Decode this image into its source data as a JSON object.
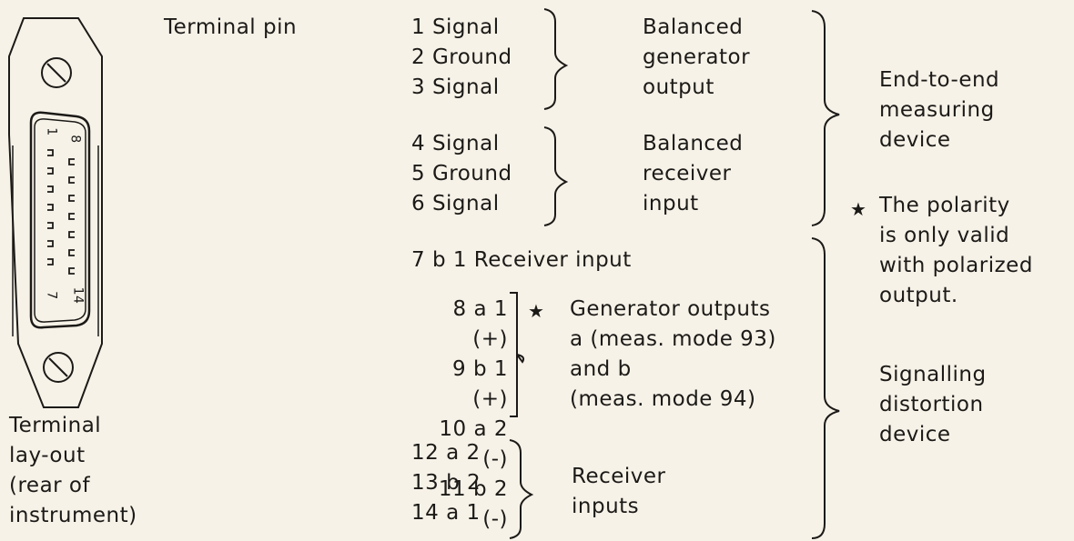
{
  "connector": {
    "caption": "Terminal\nlay-out\n(rear of\ninstrument)",
    "pin_marks": [
      "1",
      "8",
      "7",
      "14"
    ]
  },
  "header": {
    "terminal_pin": "Terminal pin"
  },
  "groups": {
    "g1": {
      "pins": "1 Signal\n2 Ground\n3 Signal",
      "desc": "Balanced\ngenerator\noutput"
    },
    "g2": {
      "pins": "4 Signal\n5 Ground\n6 Signal",
      "desc": "Balanced\nreceiver\ninput"
    },
    "g3": {
      "pin": "7 b 1   Receiver input"
    },
    "g4": {
      "pins": "8 a 1 (+)\n9 b 1 (+)\n10 a 2 (-)\n11 b 2 (-)",
      "star": "★",
      "desc": "Generator outputs\na (meas. mode 93)\nand b\n(meas. mode 94)"
    },
    "g5": {
      "pins": "12 a 2\n13 b 2\n14 a 1",
      "desc": "Receiver\ninputs"
    }
  },
  "right": {
    "end_to_end": "End-to-end\nmeasuring\ndevice",
    "note_star": "★",
    "note": "The polarity\nis only valid\nwith polarized\noutput.",
    "signalling": "Signalling\ndistortion\ndevice"
  }
}
